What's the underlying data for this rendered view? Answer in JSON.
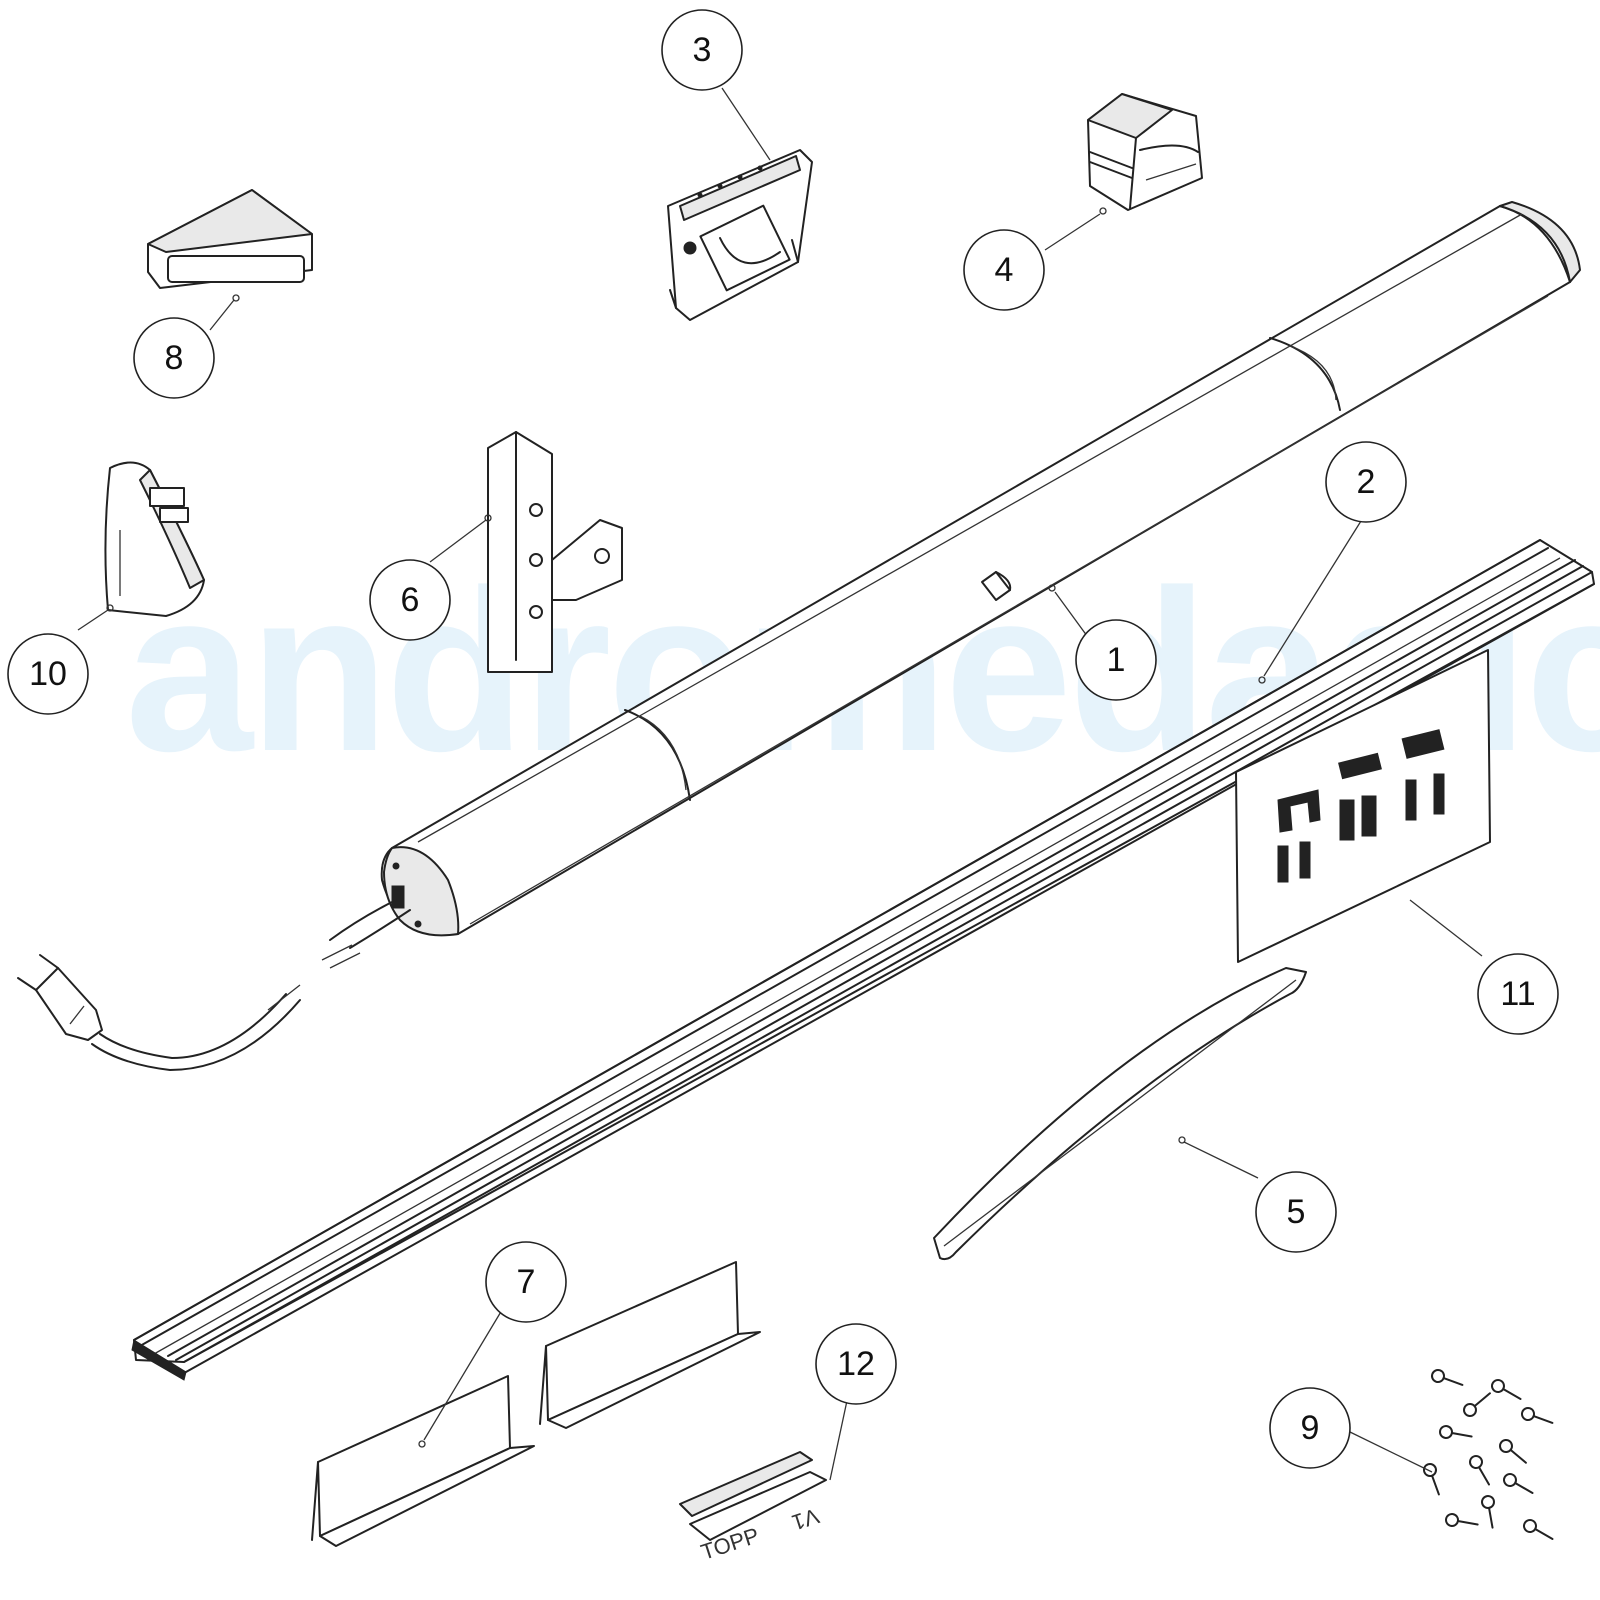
{
  "watermark": "andromedagic",
  "label_strip": {
    "left_text": "TOPP",
    "right_text": "V1"
  },
  "callouts": [
    {
      "id": "callout-1",
      "label": "1"
    },
    {
      "id": "callout-2",
      "label": "2"
    },
    {
      "id": "callout-3",
      "label": "3"
    },
    {
      "id": "callout-4",
      "label": "4"
    },
    {
      "id": "callout-5",
      "label": "5"
    },
    {
      "id": "callout-6",
      "label": "6"
    },
    {
      "id": "callout-7",
      "label": "7"
    },
    {
      "id": "callout-8",
      "label": "8"
    },
    {
      "id": "callout-9",
      "label": "9"
    },
    {
      "id": "callout-10",
      "label": "10"
    },
    {
      "id": "callout-11",
      "label": "11"
    },
    {
      "id": "callout-12",
      "label": "12"
    }
  ]
}
